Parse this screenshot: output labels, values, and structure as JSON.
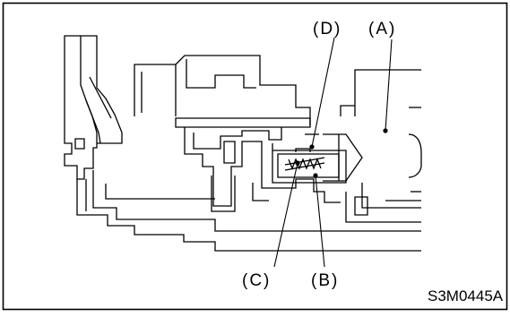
{
  "figure": {
    "callouts": {
      "A": "(A)",
      "B": "(B)",
      "C": "(C)",
      "D": "(D)"
    },
    "figure_id": "S3M0445A"
  }
}
